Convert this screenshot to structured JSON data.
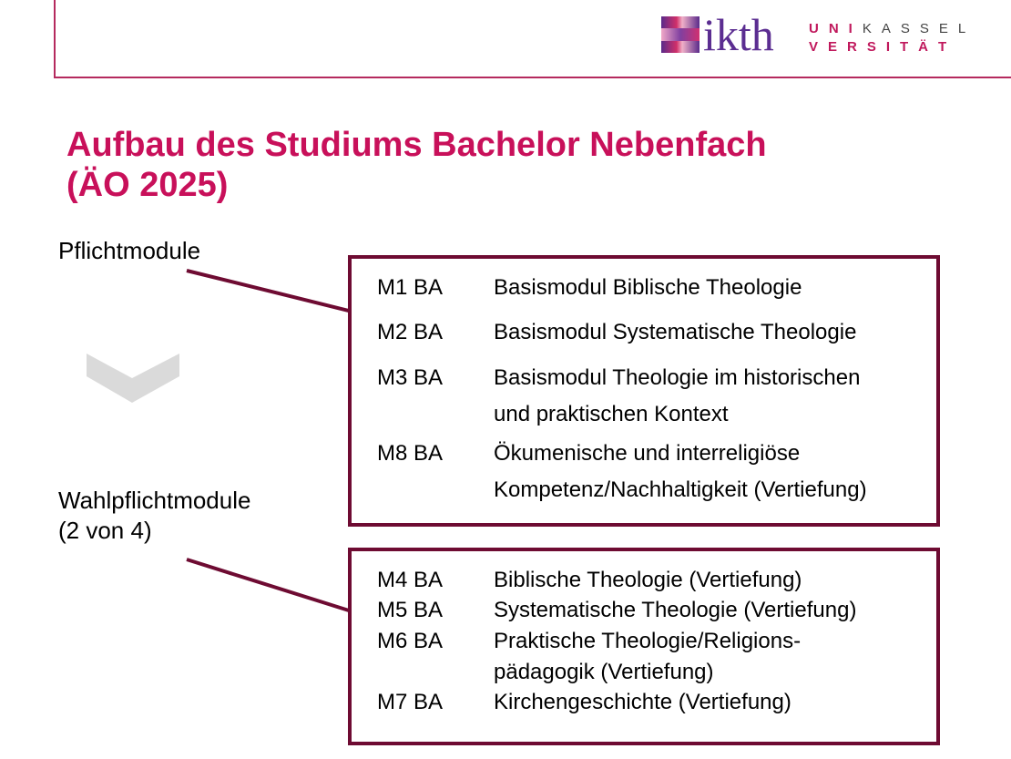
{
  "logo": {
    "ikth": "ikth",
    "uni_line1": "UNIKASSEL",
    "uni_line2": "VERSITÄT"
  },
  "title": {
    "line1": "Aufbau des Studiums Bachelor Nebenfach",
    "line2": "(ÄO 2025)"
  },
  "pflicht": {
    "label": "Pflichtmodule",
    "modules": [
      {
        "code": "M1 BA",
        "lines": [
          "Basismodul Biblische Theologie"
        ]
      },
      {
        "code": "M2 BA",
        "lines": [
          "Basismodul Systematische Theologie"
        ]
      },
      {
        "code": "M3 BA",
        "lines": [
          "Basismodul Theologie im historischen",
          "und praktischen Kontext"
        ]
      },
      {
        "code": "M8 BA",
        "lines": [
          "Ökumenische und interreligiöse",
          "Kompetenz/Nachhaltigkeit (Vertiefung)"
        ]
      }
    ]
  },
  "wahlpflicht": {
    "label_line1": "Wahlpflichtmodule",
    "label_line2": "(2 von 4)",
    "modules": [
      {
        "code": "M4 BA",
        "lines": [
          "Biblische Theologie (Vertiefung)"
        ]
      },
      {
        "code": "M5 BA",
        "lines": [
          "Systematische Theologie (Vertiefung)"
        ]
      },
      {
        "code": "M6 BA",
        "lines": [
          "Praktische Theologie/Religions-",
          "pädagogik (Vertiefung)"
        ]
      },
      {
        "code": "M7 BA",
        "lines": [
          "Kirchengeschichte (Vertiefung)"
        ]
      }
    ]
  }
}
